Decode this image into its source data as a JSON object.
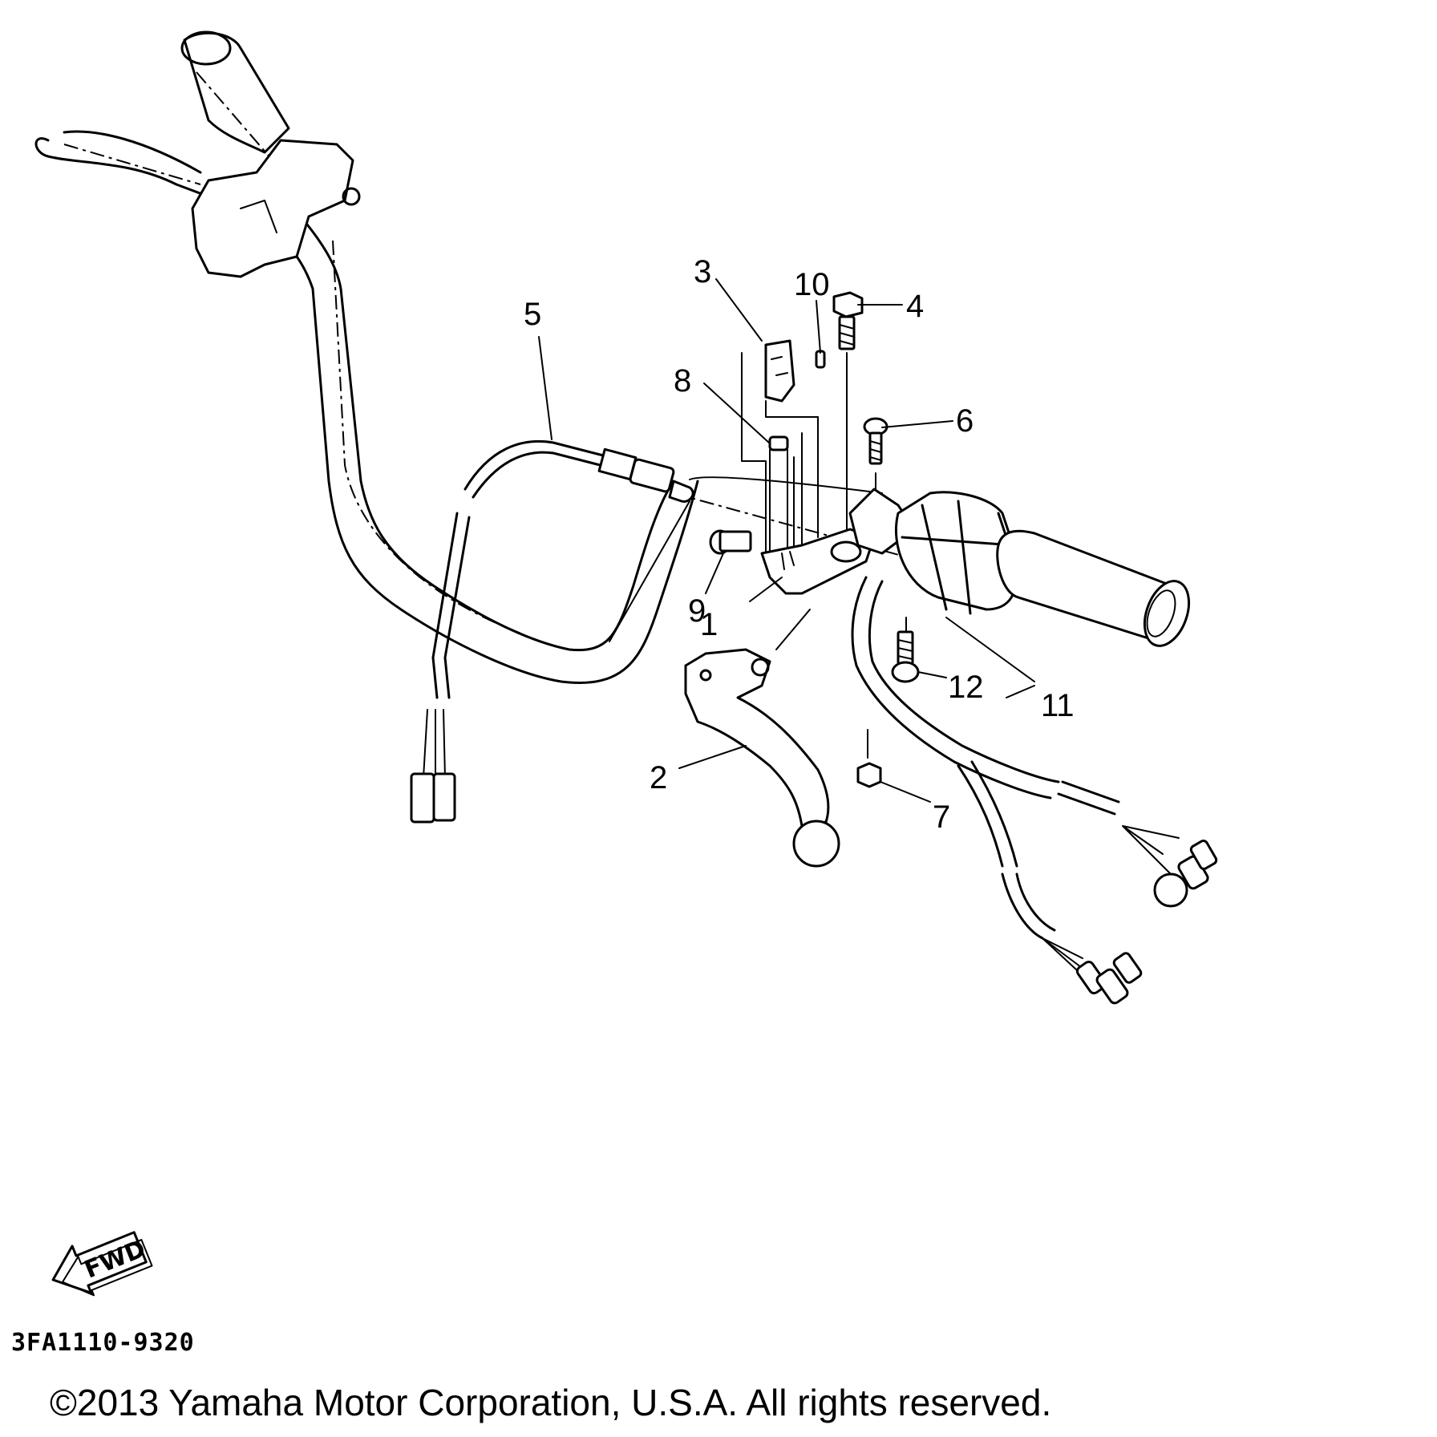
{
  "diagram": {
    "callouts": [
      {
        "id": "1",
        "label": "1"
      },
      {
        "id": "2",
        "label": "2"
      },
      {
        "id": "3",
        "label": "3"
      },
      {
        "id": "4",
        "label": "4"
      },
      {
        "id": "5",
        "label": "5"
      },
      {
        "id": "6",
        "label": "6"
      },
      {
        "id": "7",
        "label": "7"
      },
      {
        "id": "8",
        "label": "8"
      },
      {
        "id": "9",
        "label": "9"
      },
      {
        "id": "10",
        "label": "10"
      },
      {
        "id": "11",
        "label": "11"
      },
      {
        "id": "12",
        "label": "12"
      }
    ],
    "direction_arrow": {
      "label": "FWD",
      "icon": "forward-arrow-icon"
    },
    "part_code": "3FA1110-9320",
    "copyright": "©2013 Yamaha Motor Corporation, U.S.A. All rights reserved."
  }
}
